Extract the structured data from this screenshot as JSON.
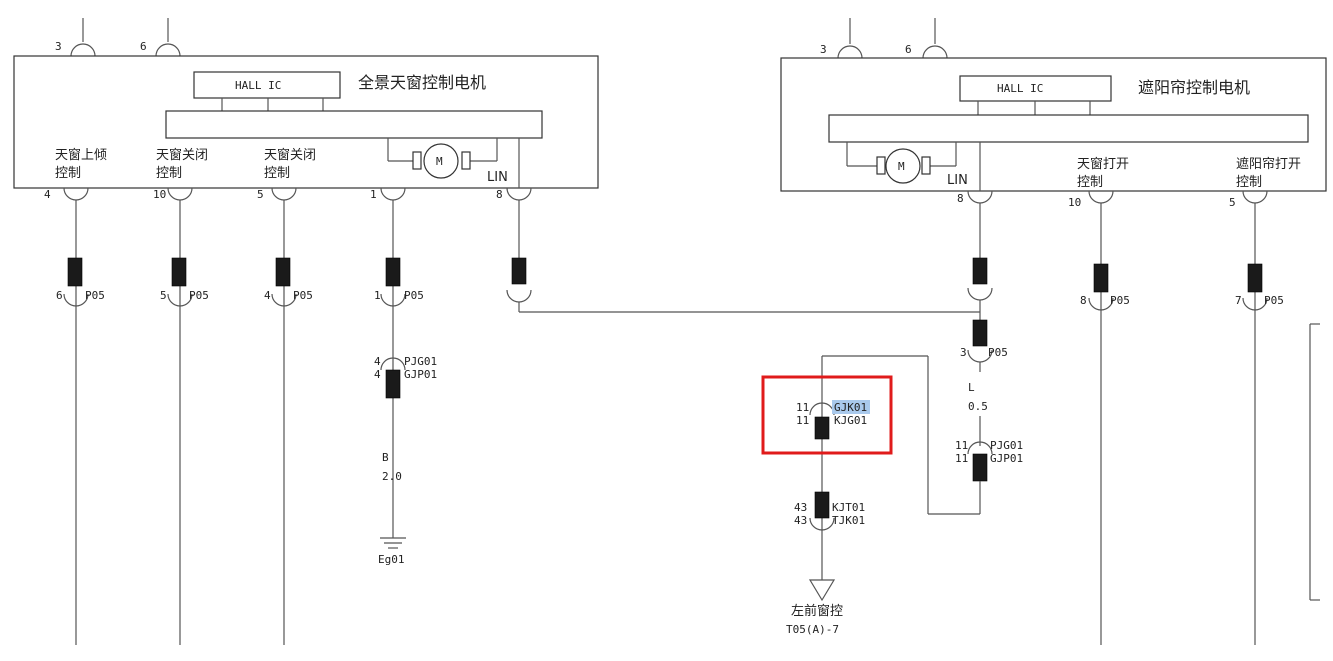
{
  "motor_left": {
    "title": "全景天窗控制电机",
    "hall_ic": "HALL IC",
    "motor_symbol": "M",
    "lin_label": "LIN",
    "top_pins": [
      "3",
      "6"
    ],
    "pins": [
      {
        "num": "4",
        "label1": "天窗上倾",
        "label2": "控制",
        "conn_pin": "6",
        "conn": "P05"
      },
      {
        "num": "10",
        "label1": "天窗关闭",
        "label2": "控制",
        "conn_pin": "5",
        "conn": "P05"
      },
      {
        "num": "5",
        "label1": "天窗关闭",
        "label2": "控制",
        "conn_pin": "4",
        "conn": "P05"
      },
      {
        "num": "1",
        "label1": "",
        "label2": "",
        "conn_pin": "1",
        "conn": "P05"
      },
      {
        "num": "8",
        "label1": "",
        "label2": "",
        "conn_pin": "",
        "conn": ""
      }
    ]
  },
  "motor_right": {
    "title": "遮阳帘控制电机",
    "hall_ic": "HALL IC",
    "motor_symbol": "M",
    "lin_label": "LIN",
    "top_pins": [
      "3",
      "6"
    ],
    "pins": [
      {
        "num": "8",
        "label1": "",
        "label2": "",
        "conn_pin": "",
        "conn": ""
      },
      {
        "num": "10",
        "label1": "天窗打开",
        "label2": "控制",
        "conn_pin": "8",
        "conn": "P05"
      },
      {
        "num": "5",
        "label1": "遮阳帘打开",
        "label2": "控制",
        "conn_pin": "7",
        "conn": "P05"
      }
    ]
  },
  "ground_branch": {
    "pjg_pin": "4",
    "pjg": "PJG01",
    "gjp_pin": "4",
    "gjp": "GJP01",
    "wire_color": "B",
    "wire_size": "2.0",
    "ground": "Eg01"
  },
  "lin_branch": {
    "p05_pin": "3",
    "p05": "P05",
    "wire_color": "L",
    "wire_size": "0.5",
    "pjg_pin": "11",
    "pjg": "PJG01",
    "gjp_pin": "11",
    "gjp": "GJP01"
  },
  "window_branch": {
    "gjk_pin": "11",
    "gjk": "GJK01",
    "kjg_pin": "11",
    "kjg": "KJG01",
    "kjt_pin": "43",
    "kjt": "KJT01",
    "tjk_pin": "43",
    "tjk": "TJK01",
    "dest_label": "左前窗控",
    "dest_ref": "T05(A)-7"
  },
  "colors": {
    "highlight_box": "#e01b1b",
    "text_highlight": "#a9c9ec",
    "wire": "#555555"
  }
}
